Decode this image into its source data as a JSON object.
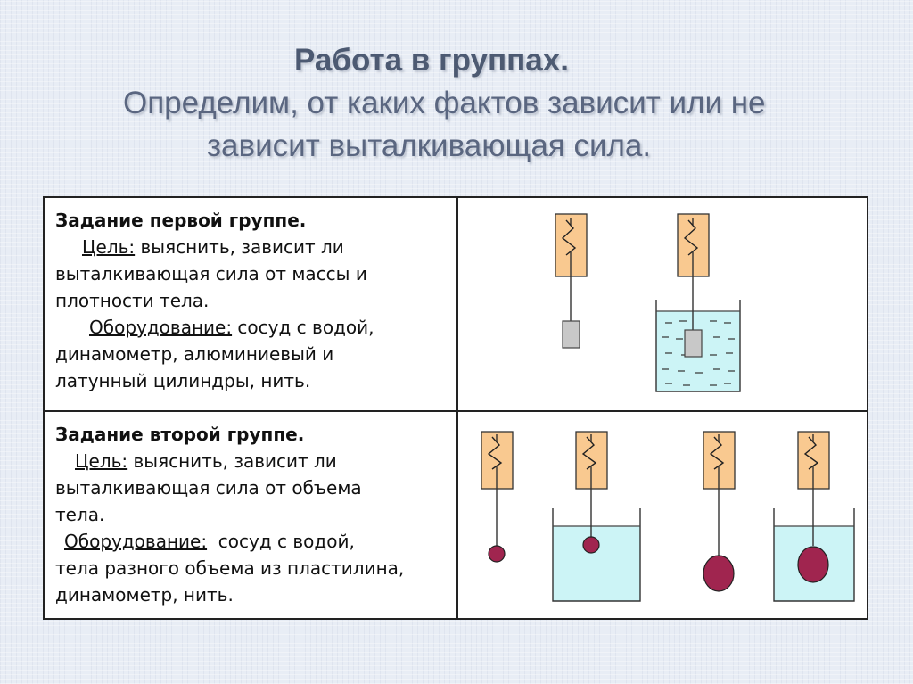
{
  "title": {
    "line1": "Работа в группах.",
    "line2": "Определим, от каких фактов зависит или не",
    "line3": "зависит выталкивающая сила."
  },
  "group1": {
    "heading": "Задание первой группе.",
    "goal_label": "Цель:",
    "goal_text_1": " выяснить, зависит ли",
    "goal_text_2": "выталкивающая сила от массы и",
    "goal_text_3": "плотности тела.",
    "equip_label": "Оборудование:",
    "equip_text_1": " сосуд с водой,",
    "equip_text_2": "динамометр, алюминиевый и",
    "equip_text_3": "латунный цилиндры, нить."
  },
  "group2": {
    "heading": "Задание второй группе.",
    "goal_label": "Цель:",
    "goal_text_1": " выяснить, зависит ли",
    "goal_text_2": "выталкивающая сила от объема",
    "goal_text_3": "тела.",
    "equip_label": "Оборудование:",
    "equip_text_1": "  сосуд с водой,",
    "equip_text_2": "тела разного объема из пластилина,",
    "equip_text_3": "динамометр, нить."
  },
  "colors": {
    "dynamometer_fill": "#f9c990",
    "water_fill": "#ccf4f6",
    "cylinder_fill": "#c8c8c8",
    "ball_fill": "#a0254f"
  },
  "icons": [
    "dynamometer-icon",
    "water-vessel-icon",
    "cylinder-icon",
    "plasticine-ball-icon"
  ]
}
